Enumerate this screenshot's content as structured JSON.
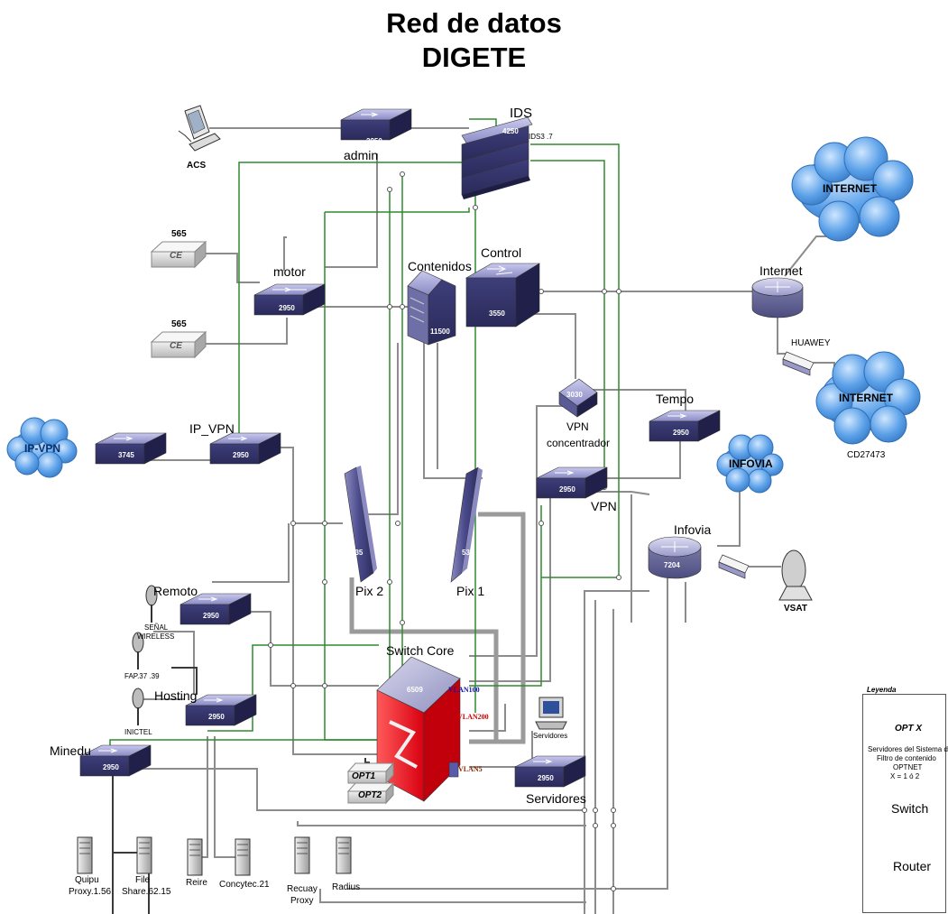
{
  "title": {
    "line1": "Red de datos",
    "line2": "DIGETE"
  },
  "devices": {
    "admin": {
      "model": "2950",
      "label": "admin"
    },
    "ids": {
      "model": "4250",
      "label": "IDS",
      "sub": "IDS3 .7"
    },
    "acs": {
      "label": "ACS"
    },
    "ce1": {
      "model": "565",
      "text": "CE"
    },
    "ce2": {
      "model": "565",
      "text": "CE"
    },
    "motor": {
      "model": "2950",
      "label": "motor"
    },
    "contenidos": {
      "model": "11500",
      "label": "Contenidos"
    },
    "control": {
      "model": "3550",
      "label": "Control"
    },
    "internet_router": {
      "label": "Internet"
    },
    "internet_cloud_1": {
      "text": "INTERNET"
    },
    "internet_cloud_2": {
      "text": "INTERNET",
      "sub": "CD27473"
    },
    "huawey": {
      "label": "HUAWEY"
    },
    "vpn_concentrator": {
      "model": "3030",
      "label1": "VPN",
      "label2": "concentrador"
    },
    "tempo": {
      "model": "2950",
      "label": "Tempo"
    },
    "ipvpn_cloud": {
      "text": "IP-VPN"
    },
    "router_3745": {
      "model": "3745"
    },
    "ip_vpn": {
      "model": "2950",
      "label": "IP_VPN"
    },
    "infovia_cloud": {
      "text": "INFOVIA"
    },
    "vpn_switch": {
      "model": "2950",
      "label": "VPN"
    },
    "infovia_router": {
      "model": "7204",
      "label": "Infovia"
    },
    "vsat": {
      "label": "VSAT"
    },
    "pix2": {
      "model": "535",
      "label": "Pix 2"
    },
    "pix1": {
      "model": "535",
      "label": "Pix 1"
    },
    "remoto": {
      "model": "2950",
      "label": "Remoto"
    },
    "senal": {
      "line1": "SEÑAL",
      "line2": "WIRELESS"
    },
    "fap": {
      "label": "FAP.37 .39"
    },
    "hosting": {
      "model": "2950",
      "label": "Hosting"
    },
    "inictel": {
      "label": "INICTEL"
    },
    "switch_core": {
      "model": "6509",
      "label": "Switch Core",
      "vlan100": "VLAN100",
      "vlan200": "VLAN200",
      "vlan5": "VLAN5"
    },
    "opt1": {
      "text": "OPT1"
    },
    "opt2": {
      "text": "OPT2"
    },
    "servidores_pc": {
      "label": "Servidores"
    },
    "servidores_sw": {
      "model": "2950",
      "label": "Servidores"
    },
    "minedu": {
      "model": "2950",
      "label": "Minedu"
    },
    "quipu": {
      "line1": "Quipu",
      "line2": "Proxy.1.56"
    },
    "file": {
      "line1": "File",
      "line2": "Share.62.15"
    },
    "reire": {
      "label": "Reire"
    },
    "concytec": {
      "label": "Concytec.21"
    },
    "recuay": {
      "line1": "Recuay",
      "line2": "Proxy"
    },
    "radius": {
      "label": "Radius"
    }
  },
  "legend": {
    "header": "Leyenda",
    "opt_text": "OPT X",
    "opt_desc": [
      "Servidores del Sistema de",
      "Filtro de contenido",
      "OPTNET",
      "X = 1 ó 2"
    ],
    "switch": "Switch",
    "router": "Router"
  },
  "colors": {
    "green_link": "#2e8b2e",
    "gray_link": "#8c8c8c",
    "dark_link": "#3a3a3a",
    "cloud": "#3a86d6",
    "device": "#4a4a8c",
    "core_red": "#e8101a"
  }
}
